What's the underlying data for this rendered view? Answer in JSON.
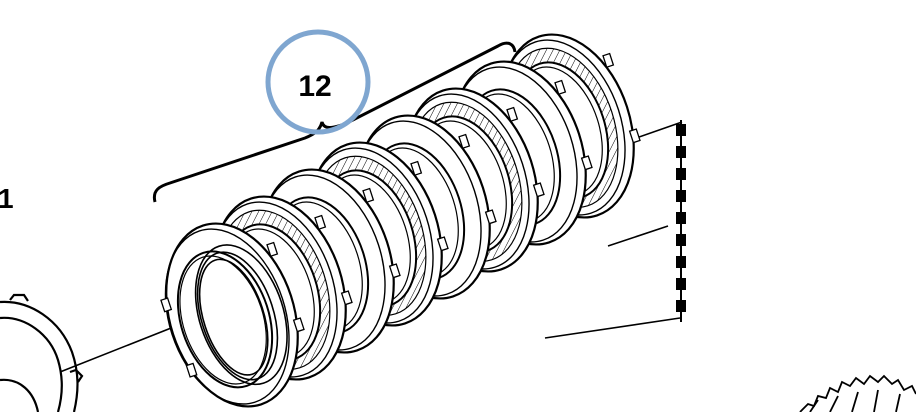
{
  "callouts": {
    "main": {
      "number": "12",
      "highlight_color": "#7fa6d0"
    },
    "side": {
      "number": "1"
    }
  },
  "colors": {
    "line": "#000000",
    "background": "#ffffff",
    "hatch": "#000000"
  },
  "parts": {
    "clutch_pack": {
      "icon": "clutch-disc-stack-icon",
      "disc_count": 8
    },
    "left_hub": {
      "icon": "splined-hub-icon"
    },
    "gear_fragment": {
      "icon": "gear-teeth-icon"
    }
  }
}
